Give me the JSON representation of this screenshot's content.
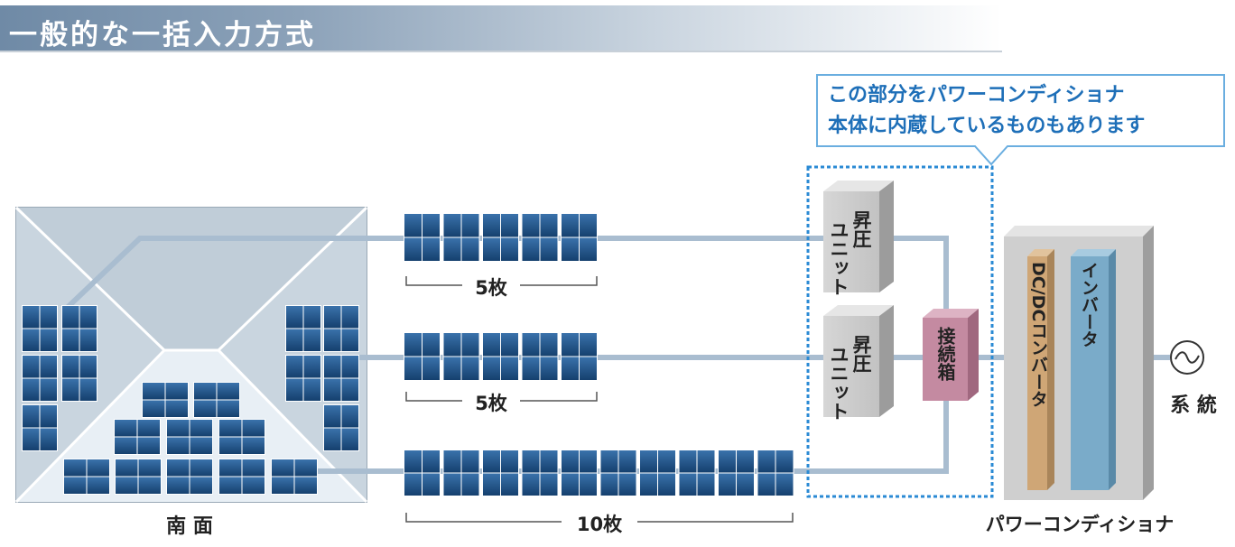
{
  "header": {
    "title": "一般的な一括入力方式"
  },
  "callout": {
    "line1": "この部分をパワーコンディショナ",
    "line2": "本体に内蔵しているものもあります"
  },
  "roof": {
    "label": "南 面"
  },
  "strings": [
    {
      "count_label": "5枚"
    },
    {
      "count_label": "5枚"
    },
    {
      "count_label": "10枚"
    }
  ],
  "booster_units": [
    {
      "label_col1": "ユニット",
      "label_col2": "昇圧"
    },
    {
      "label_col1": "ユニット",
      "label_col2": "昇圧"
    }
  ],
  "junction_box": {
    "label": "接続箱"
  },
  "power_conditioner": {
    "label": "パワーコンディショナ",
    "dcdc_label": "DC/DCコンバータ",
    "inverter_label": "インバータ"
  },
  "grid": {
    "label": "系 統"
  },
  "colors": {
    "title_bar": "#6f8aa6",
    "panel_dark": "#15406e",
    "panel_light": "#3a72ab",
    "wire": "#a9bdd0",
    "junction_box": "#c48aa1",
    "dcdc": "#cfa676",
    "inverter": "#7aabc9",
    "callout": "#2a8ad4",
    "callout_text": "#1e6fb8"
  }
}
